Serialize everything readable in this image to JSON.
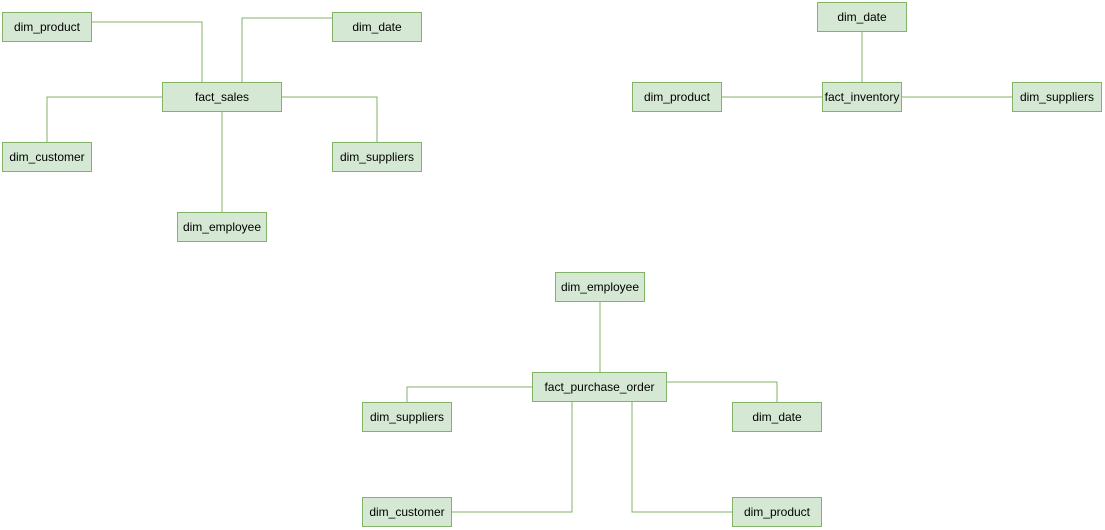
{
  "colors": {
    "node_fill": "#d5e8d4",
    "node_stroke": "#82b366",
    "edge_stroke": "#82b366",
    "text": "#000000",
    "background": "#ffffff"
  },
  "schemas": {
    "sales": {
      "fact": "fact_sales",
      "dim_product": "dim_product",
      "dim_date": "dim_date",
      "dim_customer": "dim_customer",
      "dim_suppliers": "dim_suppliers",
      "dim_employee": "dim_employee"
    },
    "inventory": {
      "fact": "fact_inventory",
      "dim_date": "dim_date",
      "dim_product": "dim_product",
      "dim_suppliers": "dim_suppliers"
    },
    "purchase_order": {
      "fact": "fact_purchase_order",
      "dim_employee": "dim_employee",
      "dim_suppliers": "dim_suppliers",
      "dim_date": "dim_date",
      "dim_customer": "dim_customer",
      "dim_product": "dim_product"
    }
  },
  "edges": [
    {
      "from": "sales.fact",
      "to": "sales.dim_product"
    },
    {
      "from": "sales.fact",
      "to": "sales.dim_date"
    },
    {
      "from": "sales.fact",
      "to": "sales.dim_customer"
    },
    {
      "from": "sales.fact",
      "to": "sales.dim_suppliers"
    },
    {
      "from": "sales.fact",
      "to": "sales.dim_employee"
    },
    {
      "from": "inventory.fact",
      "to": "inventory.dim_date"
    },
    {
      "from": "inventory.fact",
      "to": "inventory.dim_product"
    },
    {
      "from": "inventory.fact",
      "to": "inventory.dim_suppliers"
    },
    {
      "from": "purchase_order.fact",
      "to": "purchase_order.dim_employee"
    },
    {
      "from": "purchase_order.fact",
      "to": "purchase_order.dim_suppliers"
    },
    {
      "from": "purchase_order.fact",
      "to": "purchase_order.dim_date"
    },
    {
      "from": "purchase_order.fact",
      "to": "purchase_order.dim_customer"
    },
    {
      "from": "purchase_order.fact",
      "to": "purchase_order.dim_product"
    }
  ]
}
